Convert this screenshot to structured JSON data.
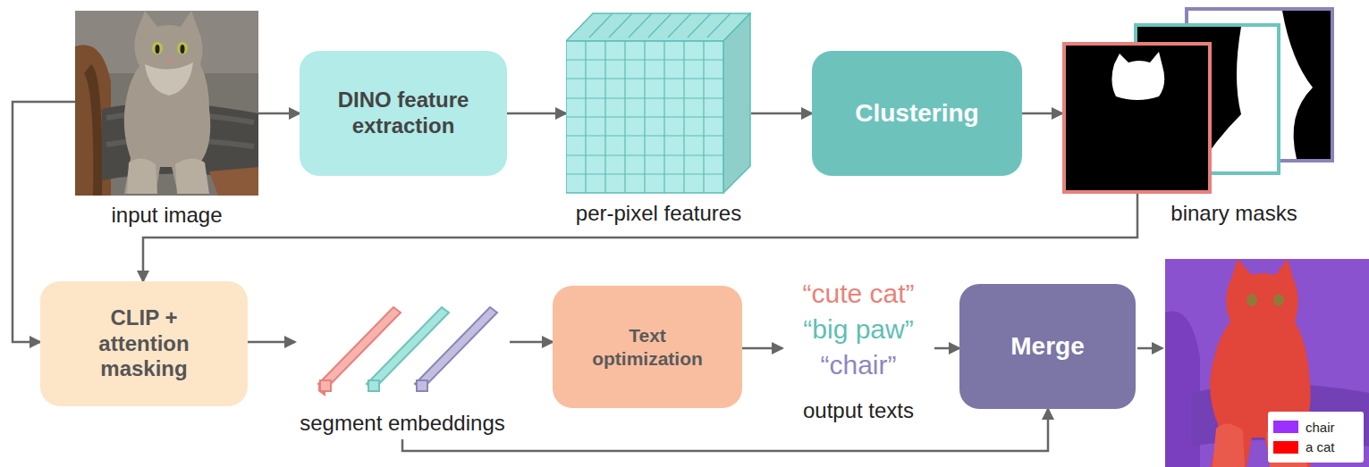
{
  "diagram": {
    "nodes": [
      {
        "text": [
          "input image"
        ]
      },
      {
        "text": [
          "DINO feature extraction"
        ]
      },
      {
        "text": [
          "per-pixel features"
        ]
      },
      {
        "text": [
          "Clustering"
        ]
      },
      {
        "text": [
          "binary masks"
        ]
      },
      {
        "text": [
          "CLIP + attention masking"
        ]
      },
      {
        "text": [
          "segment embeddings"
        ]
      },
      {
        "text": [
          "Text optimization"
        ]
      },
      {
        "text": [
          "“cute cat”",
          "“big paw”",
          "“chair”",
          "output texts"
        ]
      },
      {
        "text": [
          "Merge"
        ]
      }
    ],
    "edges": [
      {
        "from": 0,
        "to": 1,
        "arrow": "to"
      },
      {
        "from": 1,
        "to": 2,
        "arrow": "to"
      },
      {
        "from": 2,
        "to": 3,
        "arrow": "to"
      },
      {
        "from": 3,
        "to": 4,
        "arrow": "to"
      },
      {
        "from": 4,
        "to": 5,
        "arrow": "to"
      },
      {
        "from": 0,
        "to": 5,
        "arrow": "to"
      },
      {
        "from": 5,
        "to": 6,
        "arrow": "to"
      },
      {
        "from": 6,
        "to": 7,
        "arrow": "to"
      },
      {
        "from": 7,
        "to": 8,
        "arrow": "to"
      },
      {
        "from": 8,
        "to": 9,
        "arrow": "to"
      },
      {
        "from": 6,
        "to": 9,
        "arrow": "to"
      }
    ],
    "legend": [
      {
        "text": "chair",
        "color": "#9b30ff"
      },
      {
        "text": "a cat",
        "color": "#ff0000"
      }
    ]
  }
}
